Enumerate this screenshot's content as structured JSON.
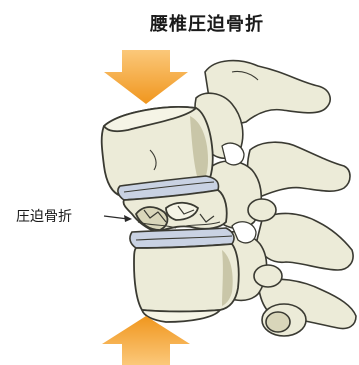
{
  "title": "腰椎圧迫骨折",
  "annotation": {
    "label": "圧迫骨折"
  },
  "colors": {
    "bone_fill": "#ecebd8",
    "bone_shadow": "#c9c6a8",
    "bone_outline": "#3a3a32",
    "disc_fill": "#c9d2e3",
    "arrow_orange": "#f0961e",
    "arrow_light": "#fbc87a"
  },
  "icons": {
    "top_arrow": "downward-compression-arrow",
    "bottom_arrow": "upward-compression-arrow"
  }
}
